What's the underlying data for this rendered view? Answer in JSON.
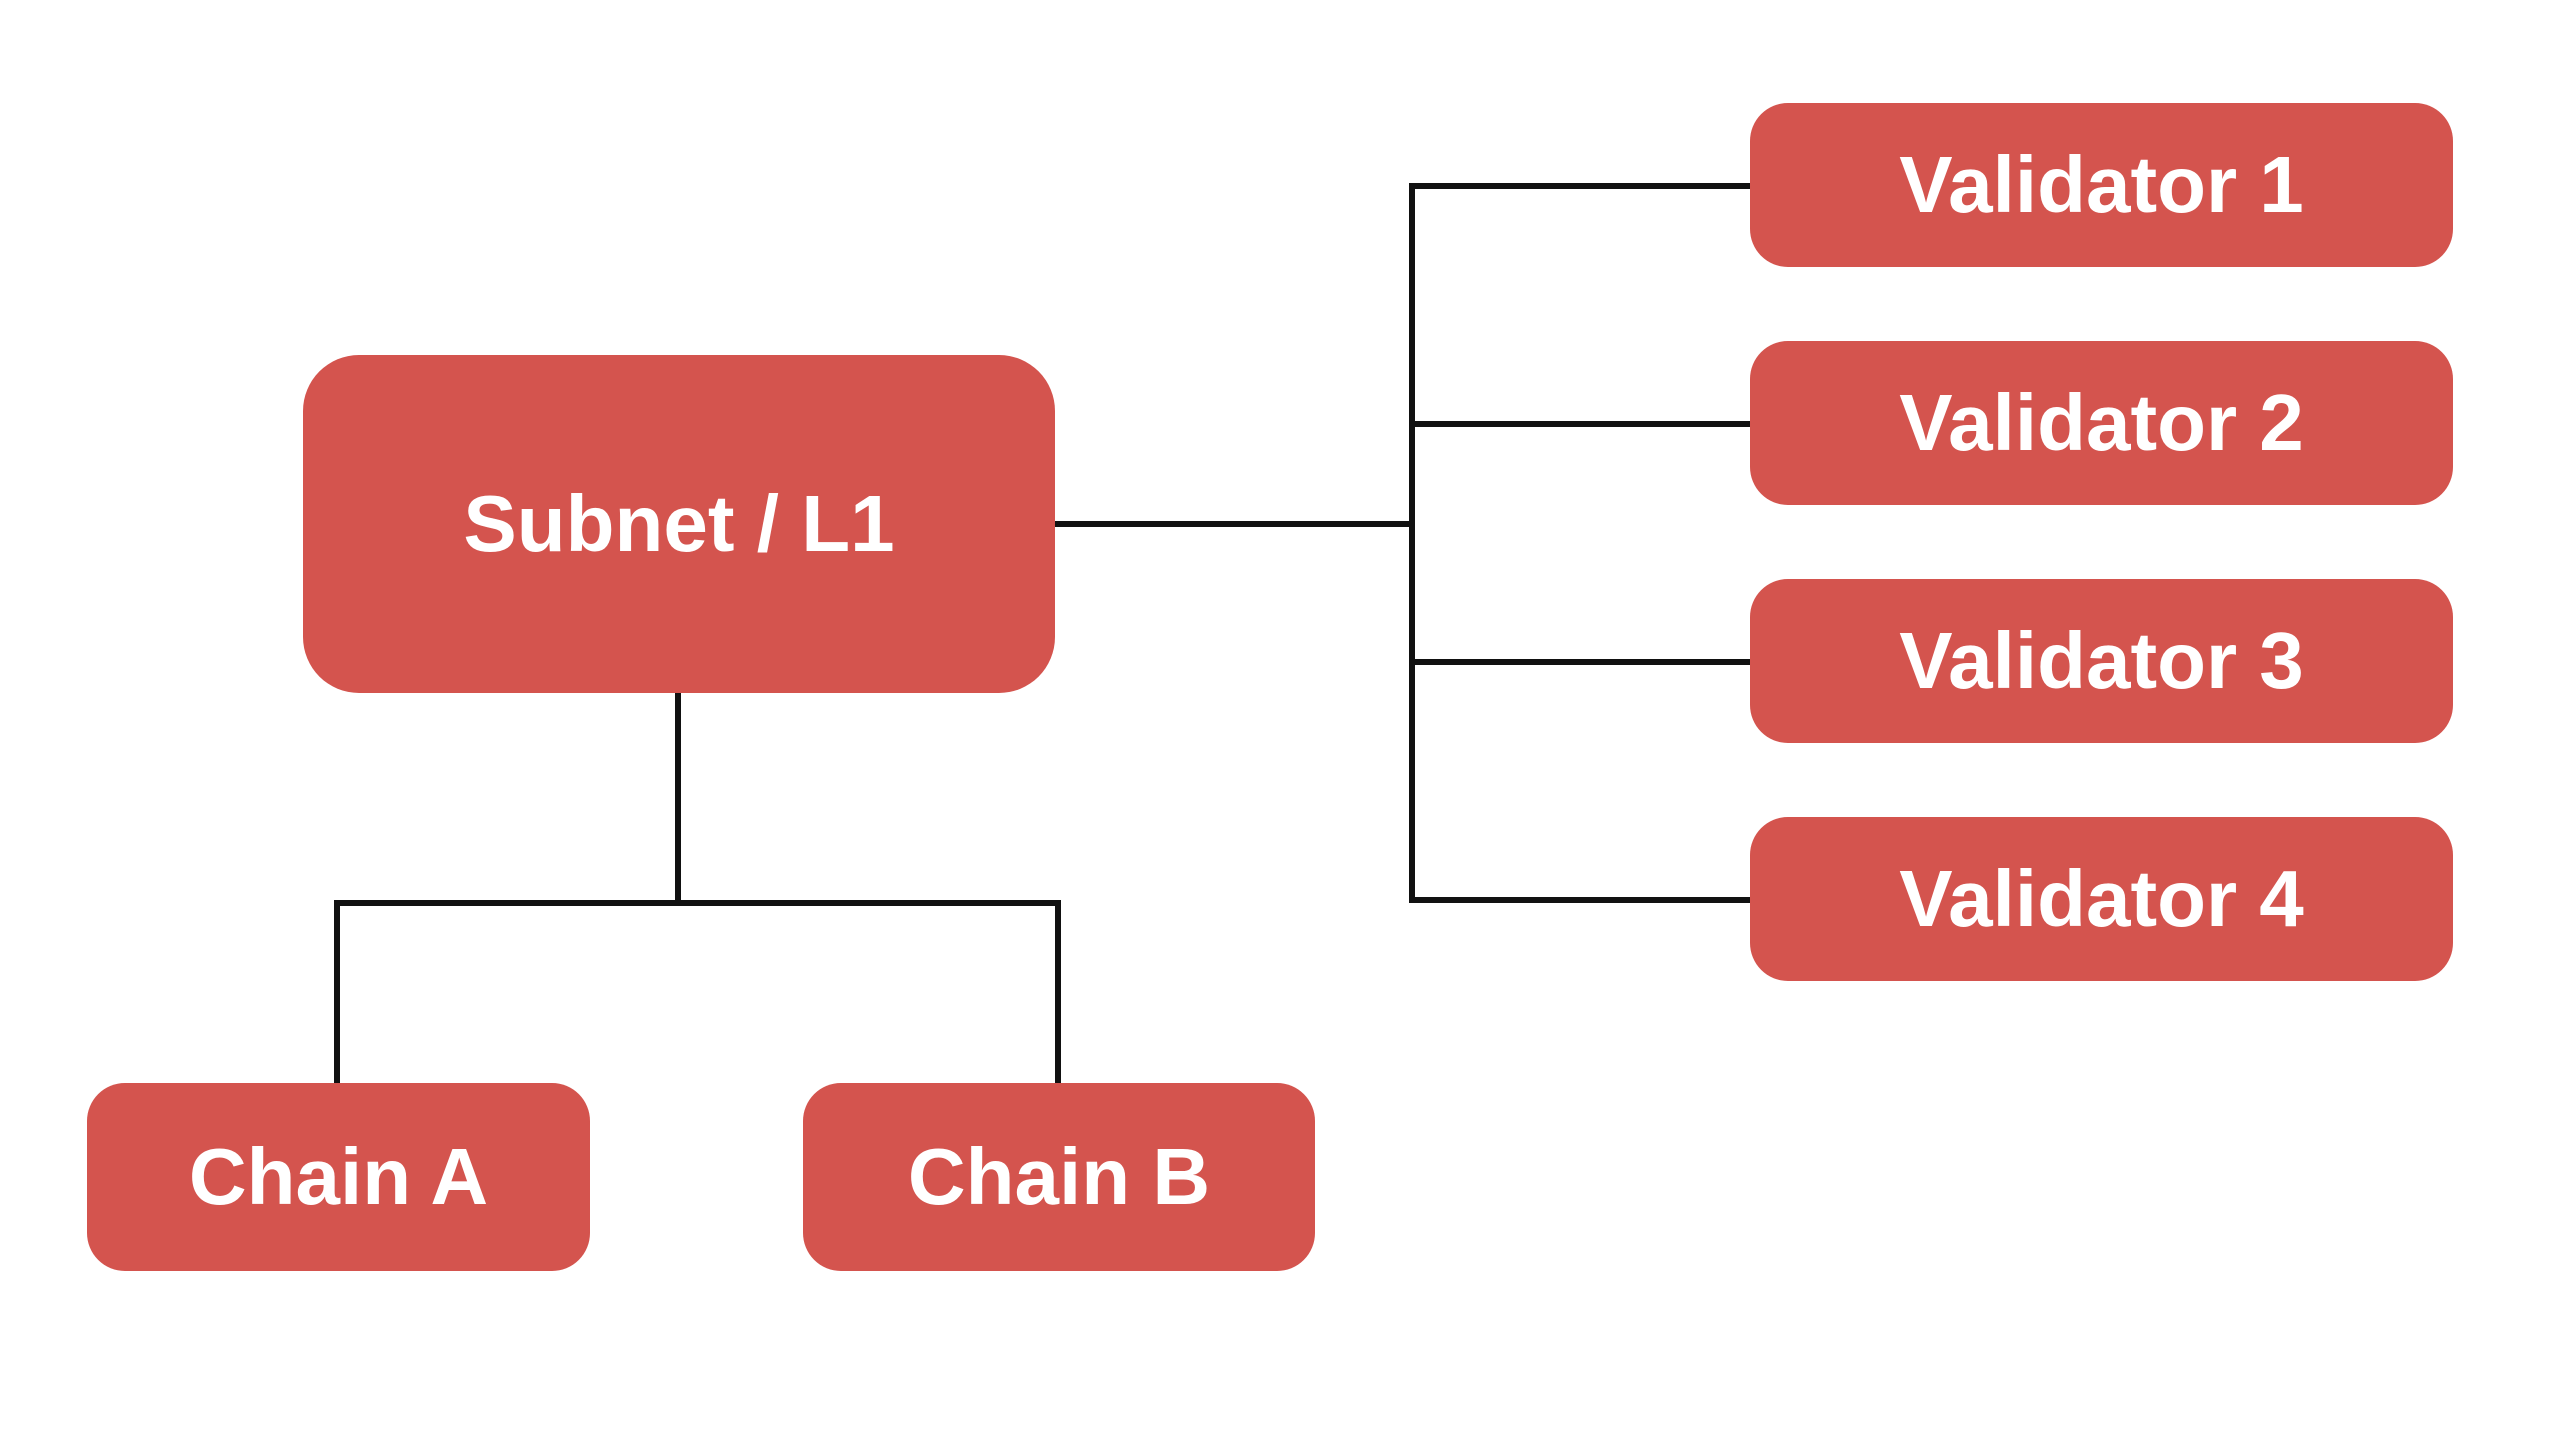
{
  "diagram": {
    "type": "org-chart-flow-diagram",
    "colors": {
      "node_fill": "#d4544e",
      "node_text": "#ffffff",
      "edge": "#111111",
      "background": "#ffffff"
    },
    "root": {
      "label": "Subnet / L1"
    },
    "chains": [
      {
        "label": "Chain A"
      },
      {
        "label": "Chain B"
      }
    ],
    "validators": [
      {
        "label": "Validator 1"
      },
      {
        "label": "Validator 2"
      },
      {
        "label": "Validator 3"
      },
      {
        "label": "Validator 4"
      }
    ],
    "edges": [
      {
        "from": "Subnet / L1",
        "to": "Validator 1"
      },
      {
        "from": "Subnet / L1",
        "to": "Validator 2"
      },
      {
        "from": "Subnet / L1",
        "to": "Validator 3"
      },
      {
        "from": "Subnet / L1",
        "to": "Validator 4"
      },
      {
        "from": "Subnet / L1",
        "to": "Chain A"
      },
      {
        "from": "Subnet / L1",
        "to": "Chain B"
      }
    ]
  }
}
